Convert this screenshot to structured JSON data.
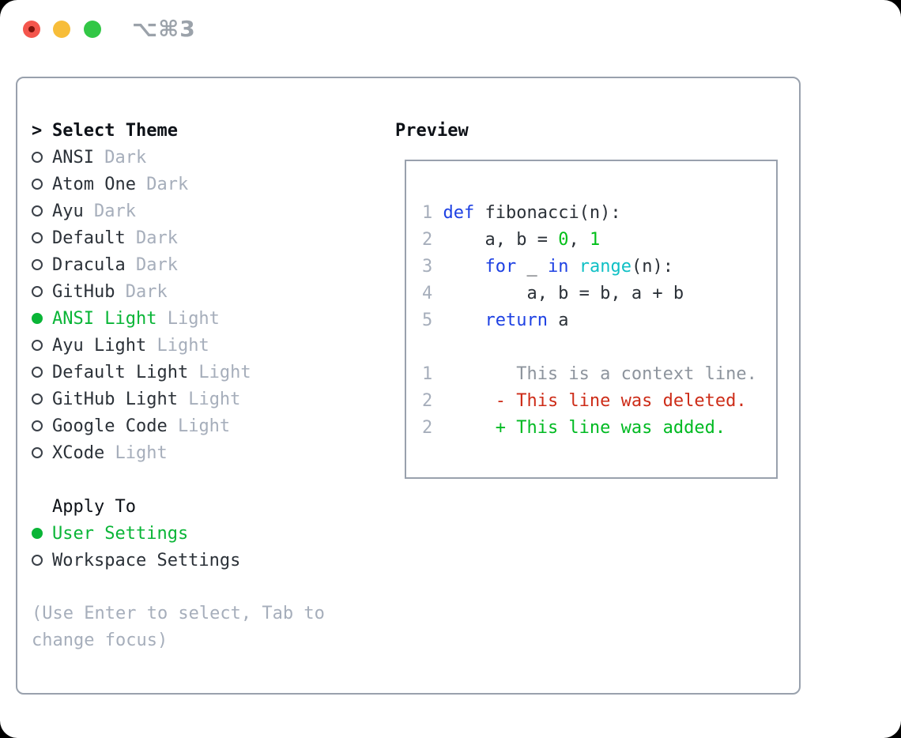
{
  "window": {
    "title": "⌥⌘3",
    "traffic_lights": [
      "close",
      "minimize",
      "zoom"
    ]
  },
  "theme_panel": {
    "prompt": ">",
    "header": "Select Theme",
    "items": [
      {
        "label": "ANSI",
        "variant": "Dark",
        "selected": false
      },
      {
        "label": "Atom One",
        "variant": "Dark",
        "selected": false
      },
      {
        "label": "Ayu",
        "variant": "Dark",
        "selected": false
      },
      {
        "label": "Default",
        "variant": "Dark",
        "selected": false
      },
      {
        "label": "Dracula",
        "variant": "Dark",
        "selected": false
      },
      {
        "label": "GitHub",
        "variant": "Dark",
        "selected": false
      },
      {
        "label": "ANSI Light",
        "variant": "Light",
        "selected": true
      },
      {
        "label": "Ayu Light",
        "variant": "Light",
        "selected": false
      },
      {
        "label": "Default Light",
        "variant": "Light",
        "selected": false
      },
      {
        "label": "GitHub Light",
        "variant": "Light",
        "selected": false
      },
      {
        "label": "Google Code",
        "variant": "Light",
        "selected": false
      },
      {
        "label": "XCode",
        "variant": "Light",
        "selected": false
      }
    ]
  },
  "apply_panel": {
    "header": "Apply To",
    "options": [
      {
        "label": "User Settings",
        "selected": true
      },
      {
        "label": "Workspace Settings",
        "selected": false
      }
    ]
  },
  "help_text": "(Use Enter to select, Tab to change focus)",
  "preview": {
    "header": "Preview",
    "code_lines": [
      {
        "num": "1",
        "segments": [
          {
            "t": "def",
            "c": "kw"
          },
          {
            "t": " fibonacci(n):",
            "c": "plain"
          }
        ]
      },
      {
        "num": "2",
        "segments": [
          {
            "t": "    a, b = ",
            "c": "plain"
          },
          {
            "t": "0",
            "c": "num"
          },
          {
            "t": ", ",
            "c": "plain"
          },
          {
            "t": "1",
            "c": "num"
          }
        ]
      },
      {
        "num": "3",
        "segments": [
          {
            "t": "    ",
            "c": "plain"
          },
          {
            "t": "for",
            "c": "kw"
          },
          {
            "t": " _ ",
            "c": "plain"
          },
          {
            "t": "in",
            "c": "kw"
          },
          {
            "t": " ",
            "c": "plain"
          },
          {
            "t": "range",
            "c": "builtin"
          },
          {
            "t": "(n):",
            "c": "plain"
          }
        ]
      },
      {
        "num": "4",
        "segments": [
          {
            "t": "        a, b = b, a + b",
            "c": "plain"
          }
        ]
      },
      {
        "num": "5",
        "segments": [
          {
            "t": "    ",
            "c": "plain"
          },
          {
            "t": "return",
            "c": "kw"
          },
          {
            "t": " a",
            "c": "plain"
          }
        ]
      }
    ],
    "diff_lines": [
      {
        "num": "1",
        "segments": [
          {
            "t": "       This is a context line.",
            "c": "ctx"
          }
        ]
      },
      {
        "num": "2",
        "segments": [
          {
            "t": "     ",
            "c": "plain"
          },
          {
            "t": "- This line was deleted.",
            "c": "del"
          }
        ]
      },
      {
        "num": "2",
        "segments": [
          {
            "t": "     ",
            "c": "plain"
          },
          {
            "t": "+ This line was added.",
            "c": "add"
          }
        ]
      }
    ]
  },
  "colors": {
    "traffic_red": "#f4564d",
    "traffic_red_dot": "#7e130c",
    "traffic_yellow": "#f7bd39",
    "traffic_green": "#32c746",
    "title_gray": "#9ba2aa",
    "border": "#99a1ad",
    "header_text": "#0d1117",
    "text": "#2b3138",
    "muted": "#a6aebb",
    "radio_ring": "#3a4048",
    "green_ui": "#0ab537",
    "keyword_blue": "#1e41e3",
    "builtin_cyan": "#0fc0c5",
    "number_green": "#00bf18",
    "context_gray": "#8d949d",
    "deleted_red": "#cd2c18",
    "added_green": "#00ba22"
  }
}
